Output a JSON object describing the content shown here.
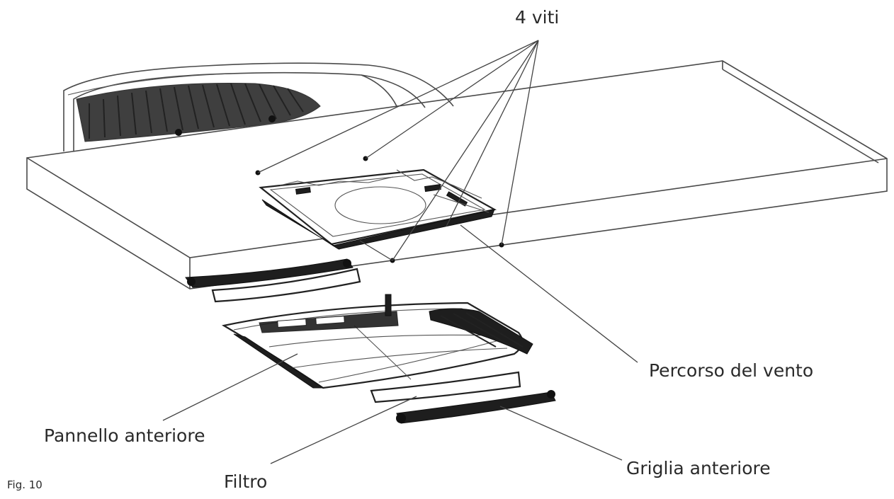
{
  "labels": {
    "screws": "4 viti",
    "air_path": "Percorso del vento",
    "front_panel": "Pannello anteriore",
    "filter": "Filtro",
    "front_grille": "Griglia anteriore",
    "figure": "Fig. 10"
  },
  "colors": {
    "line": "#4a4a4a",
    "dark_part": "#1e1e1e",
    "text": "#2a2a2a"
  }
}
